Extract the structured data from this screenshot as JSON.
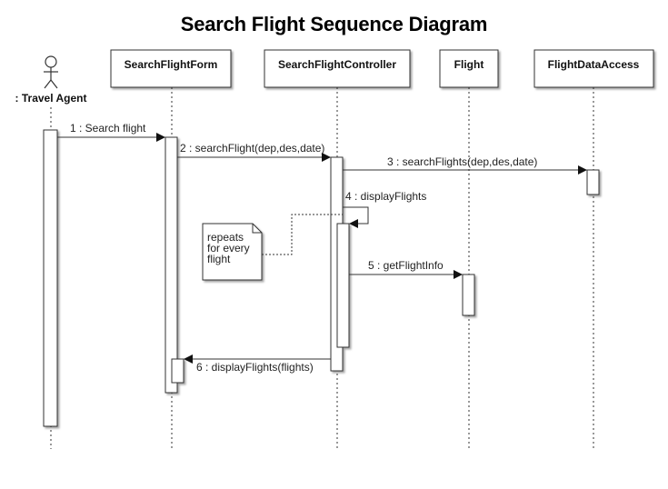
{
  "title": "Search Flight Sequence Diagram",
  "participants": {
    "agent": ": Travel Agent",
    "form": "SearchFlightForm",
    "controller": "SearchFlightController",
    "flight": "Flight",
    "dao": "FlightDataAccess"
  },
  "messages": {
    "m1": "1 : Search flight",
    "m2": "2 : searchFlight(dep,des,date)",
    "m3": "3 : searchFlights(dep,des,date)",
    "m4": "4 : displayFlights",
    "m5": "5 : getFlightInfo",
    "m6": "6 : displayFlights(flights)"
  },
  "note": {
    "line1": "repeats",
    "line2": "for every",
    "line3": "flight"
  }
}
